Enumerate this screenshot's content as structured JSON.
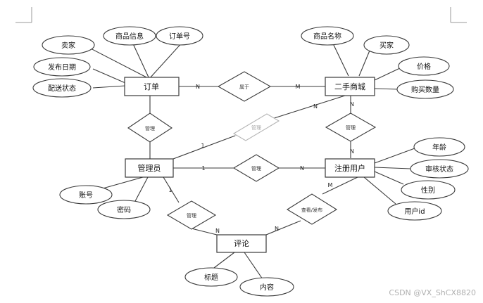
{
  "entities": {
    "order": "订单",
    "mall": "二手商城",
    "admin": "管理员",
    "user": "注册用户",
    "comment": "评论"
  },
  "attributes": {
    "seller": "卖家",
    "goods_info": "商品信息",
    "order_no": "订单号",
    "publish_date": "发布日期",
    "delivery_status": "配送状态",
    "goods_name": "商品名称",
    "buyer": "买家",
    "price": "价格",
    "purchase_qty": "购买数量",
    "age": "年龄",
    "review_status": "审核状态",
    "gender": "性别",
    "user_id": "用户id",
    "account": "账号",
    "password": "密码",
    "title": "标题",
    "content": "内容"
  },
  "relationships": {
    "belongs": "属于",
    "manage_order": "管理",
    "manage_mall": "管理",
    "manage_mall_admin": "管理",
    "manage_user": "管理",
    "manage_comment": "管理",
    "view_post": "查看/发布"
  },
  "cardinalities": {
    "order_belongs": "N",
    "belongs_mall": "M",
    "admin_mall_admin_side": "1",
    "admin_mall_mall_side": "N",
    "mall_rel_top": "N",
    "mall_rel_bottom": "N",
    "admin_user_admin_side": "1",
    "admin_user_user_side": "N",
    "admin_comment_admin_side": "1",
    "admin_comment_comment_side": "N",
    "user_comment_user_side": "M",
    "user_comment_comment_side": "N"
  },
  "watermark": "CSDN @VX_ShCX8820"
}
